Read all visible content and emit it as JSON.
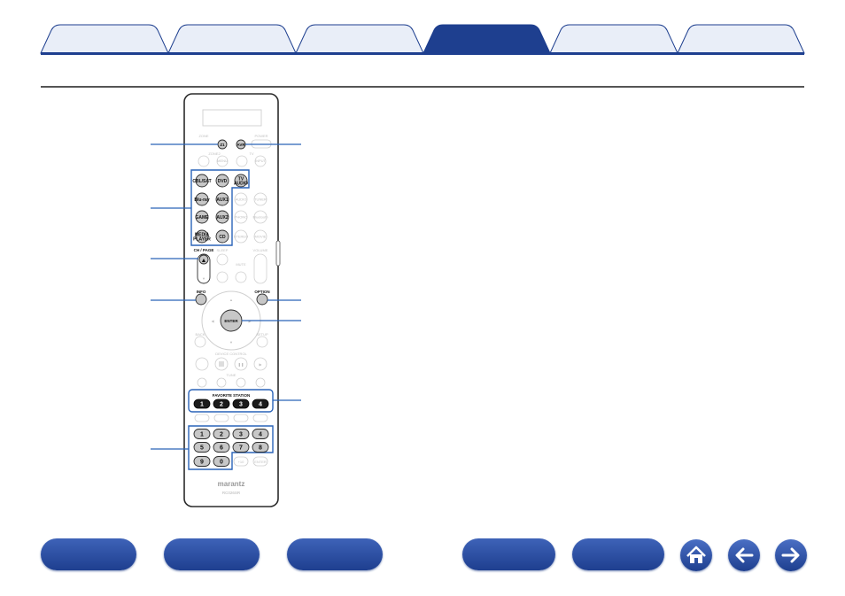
{
  "tabs": [
    {
      "label": "",
      "active": false
    },
    {
      "label": "",
      "active": false
    },
    {
      "label": "",
      "active": false
    },
    {
      "label": "",
      "active": true
    },
    {
      "label": "",
      "active": false
    },
    {
      "label": "",
      "active": false
    }
  ],
  "colors": {
    "accent": "#1e3f8f",
    "callout": "#2a63b8",
    "tab_fill": "#e9eef8"
  },
  "remote": {
    "brand": "marantz",
    "model": "RC026SR",
    "labels": {
      "zone": "ZONE",
      "power": "POWER",
      "zone2": "ZONE2",
      "tv": "TV",
      "menu": "MENU",
      "input": "INPUT",
      "ch_page": "CH / PAGE",
      "sleep": "SLEEP",
      "volume": "VOLUME",
      "mute": "MUTE",
      "info": "INFO",
      "option": "OPTION",
      "enter": "ENTER",
      "back": "BACK",
      "setup": "SETUP",
      "device_control": "DEVICE CONTROL",
      "tune": "TUNE",
      "favorite_station": "FAVORITE STATION",
      "enter_small": "ENTER",
      "plus10": "+10"
    },
    "source_buttons": [
      "CBL/SAT",
      "DVD",
      "TV AUDIO",
      "Blu-ray",
      "AUX1",
      "GAME",
      "AUX2",
      "MEDIA PLAYER",
      "CD"
    ],
    "faded_buttons": [
      "AUDIO",
      "TUNER",
      "PHONO",
      "Bluetooth",
      "STEREO",
      "MOVIE"
    ],
    "favorites": [
      "1",
      "2",
      "3",
      "4"
    ],
    "numbers": [
      "1",
      "2",
      "3",
      "4",
      "5",
      "6",
      "7",
      "8",
      "9",
      "0"
    ],
    "zone_buttons": [
      "Z1",
      "Z2"
    ]
  }
}
